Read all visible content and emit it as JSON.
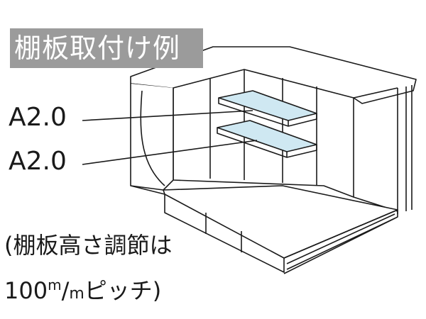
{
  "title": "棚板取付け例",
  "callouts": {
    "upper_label": "A2.0",
    "lower_label": "A2.0"
  },
  "note": {
    "line1": "(棚板高さ調節は",
    "line2_number": "100",
    "line2_sup": "m",
    "line2_slash": "/",
    "line2_sub": "m",
    "line2_rest": "ピッチ)"
  },
  "colors": {
    "banner_bg": "#9b9b9b",
    "shelf_fill": "#cfe8f2",
    "line": "#1a1a1a"
  }
}
